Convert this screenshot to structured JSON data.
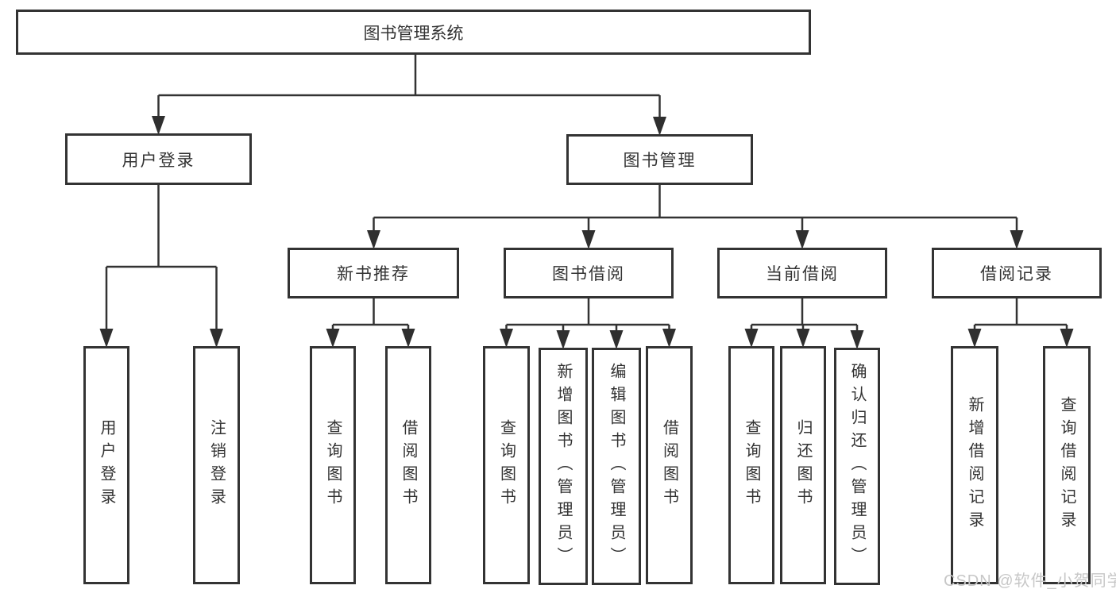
{
  "tree": {
    "root": {
      "label": "图书管理系统"
    },
    "user_login": {
      "label": "用户登录",
      "children": [
        {
          "label": "用户登录"
        },
        {
          "label": "注销登录"
        }
      ]
    },
    "book_mgmt": {
      "label": "图书管理",
      "children": [
        {
          "label": "新书推荐",
          "children": [
            {
              "label": "查询图书"
            },
            {
              "label": "借阅图书"
            }
          ]
        },
        {
          "label": "图书借阅",
          "children": [
            {
              "label": "查询图书"
            },
            {
              "label": "新增图书（管理员）"
            },
            {
              "label": "编辑图书（管理员）"
            },
            {
              "label": "借阅图书"
            }
          ]
        },
        {
          "label": "当前借阅",
          "children": [
            {
              "label": "查询图书"
            },
            {
              "label": "归还图书"
            },
            {
              "label": "确认归还（管理员）"
            }
          ]
        },
        {
          "label": "借阅记录",
          "children": [
            {
              "label": "新增借阅记录"
            },
            {
              "label": "查询借阅记录"
            }
          ]
        }
      ]
    }
  },
  "watermark": {
    "text": "CSDN @软件_小贺同学",
    "color": "#c7c7c7"
  },
  "colors": {
    "line": "#333333",
    "box_border": "#333333",
    "box_fill": "#ffffff",
    "text": "#333333",
    "background": "#ffffff"
  }
}
